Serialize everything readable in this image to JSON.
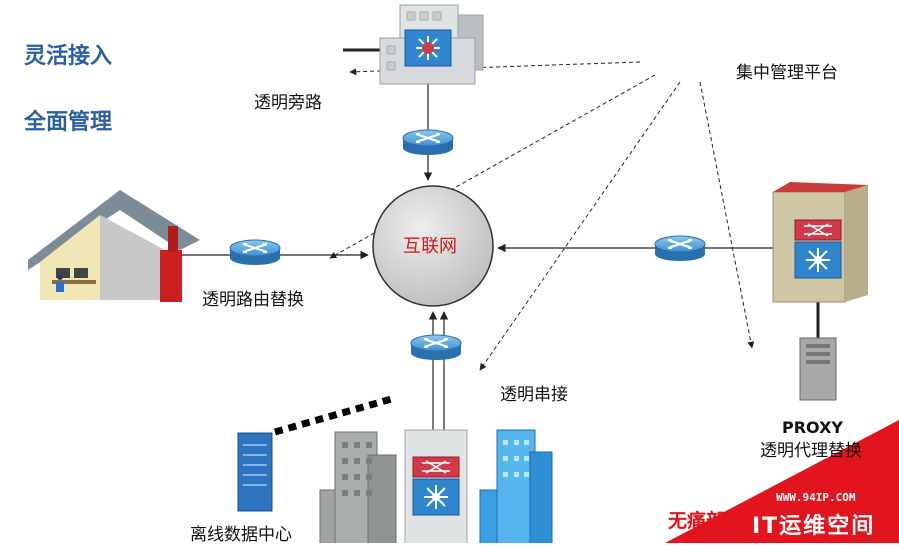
{
  "headings": {
    "flexible_access": "灵活接入",
    "full_management": "全面管理"
  },
  "center": {
    "label": "互联网"
  },
  "labels": {
    "transparent_bypass": "透明旁路",
    "central_platform": "集中管理平台",
    "transparent_route_replace": "透明路由替换",
    "transparent_serial": "透明串接",
    "offline_datacenter": "离线数据中心",
    "proxy": "PROXY",
    "transparent_proxy_replace": "透明代理替换",
    "seamless": "无痛部署"
  },
  "watermark": {
    "url": "WWW.94IP.COM",
    "name": "IT运维空间"
  },
  "colors": {
    "heading_blue": "#2a5fa8",
    "internet_label_red": "#d41919",
    "router_blue": "#3b8fd0",
    "switch_red": "#d13a4a",
    "watermark_red": "#e2141e"
  }
}
